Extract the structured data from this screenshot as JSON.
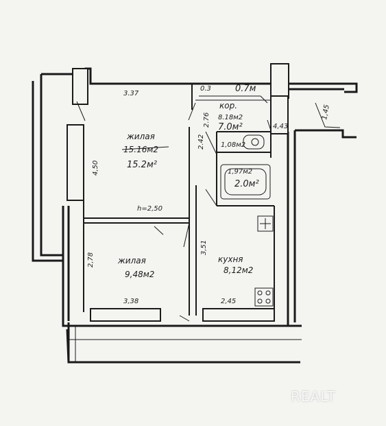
{
  "rooms": {
    "living1": {
      "name": "жилая",
      "area": "15.16м2",
      "note": "15.2м²"
    },
    "living2": {
      "name": "жилая",
      "area": "9,48м2"
    },
    "corridor": {
      "name": "кор.",
      "area": "8.18м2",
      "note": "7.0м²"
    },
    "kitchen": {
      "name": "кухня",
      "area": "8,12м2"
    },
    "wc": {
      "area": "1,08м2"
    },
    "bath": {
      "area": "1,97м2",
      "note": "2.0м²"
    }
  },
  "dimensions": {
    "top_left_width": "3.37",
    "top_mid_small": "0.3",
    "top_mid_note": "0.7м",
    "left_height": "4,50",
    "corridor_height": "2.76",
    "partition_height": "2.42",
    "right_top": "4,43",
    "far_right": "1,45",
    "ceiling_height": "h=2,50",
    "bottom_left_height": "2,78",
    "kitchen_height": "3,51",
    "bottom_left_width": "3,38",
    "bottom_right_width": "2,45"
  },
  "watermark": "REALT"
}
